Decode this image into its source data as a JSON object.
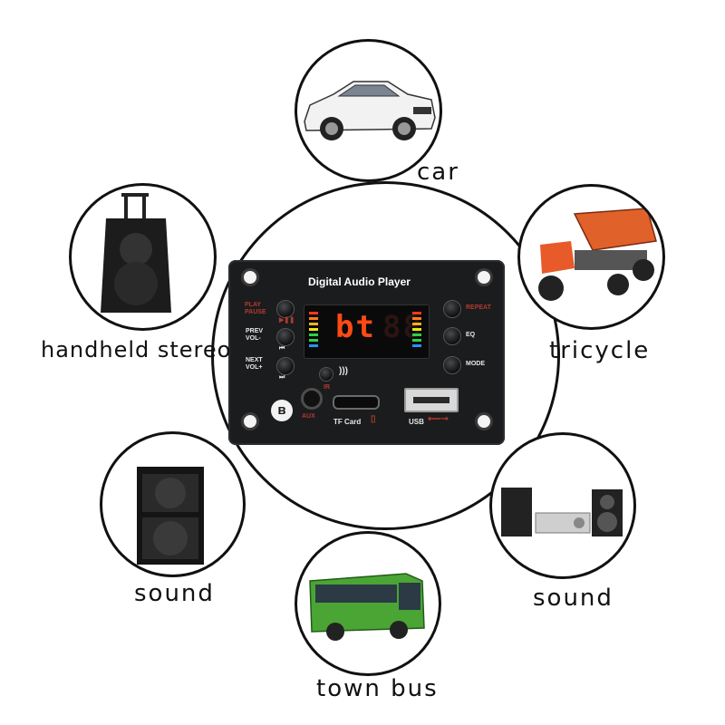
{
  "labels": {
    "car": "car",
    "handheld_stereo": "handheld stereo",
    "tricycle": "tricycle",
    "sound_left": "sound",
    "sound_right": "sound",
    "town_bus": "town bus"
  },
  "board": {
    "title": "Digital Audio Player",
    "display": "bt",
    "play_pause": "PLAY\nPAUSE",
    "prev_vol": "PREV\nVOL-",
    "next_vol": "NEXT\nVOL+",
    "repeat": "REPEAT",
    "eq": "EQ",
    "mode": "MODE",
    "ir": "IR",
    "aux": "AUX",
    "tf_card": "TF Card",
    "usb": "USB"
  },
  "colors": {
    "board": "#1b1c1e",
    "display_digits": "#ff4a14",
    "label_red": "#b33a2e"
  }
}
